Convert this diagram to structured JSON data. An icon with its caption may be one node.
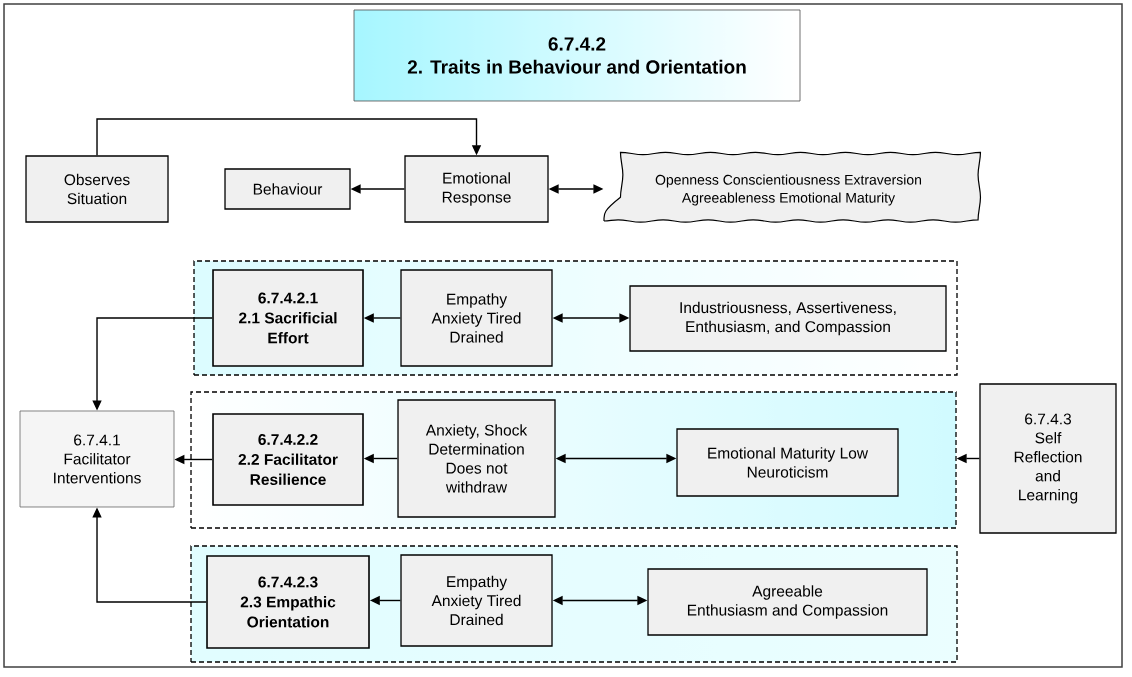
{
  "diagram": {
    "nodes": [
      {
        "text": [
          "6.7.4.2",
          "2. Traits in Behaviour and Orientation"
        ]
      },
      {
        "text": [
          "Observes Situation"
        ]
      },
      {
        "text": [
          "Behaviour"
        ]
      },
      {
        "text": [
          "Emotional Response"
        ]
      },
      {
        "text": [
          "Openness Conscientiousness Extraversion Agreeableness Emotional Maturity"
        ]
      },
      {
        "text": [],
        "shape": "box"
      },
      {
        "text": [
          "6.7.4.2.1",
          "2.1 Sacrificial Effort"
        ],
        "in": 5
      },
      {
        "text": [
          "Empathy Anxiety Tired Drained"
        ],
        "in": 5
      },
      {
        "text": [
          "Industriousness, Assertiveness, Enthusiasm, and Compassion"
        ],
        "in": 5
      },
      {
        "text": [
          "6.7.4.1",
          "Facilitator Interventions"
        ]
      },
      {
        "text": [],
        "shape": "box"
      },
      {
        "text": [
          "6.7.4.2.2",
          "2.2 Facilitator Resilience"
        ],
        "in": 10
      },
      {
        "text": [
          "Anxiety, Shock Determination Does not withdraw"
        ],
        "in": 10
      },
      {
        "text": [
          "Emotional Maturity Low Neuroticism"
        ],
        "in": 10
      },
      {
        "text": [
          "6.7.4.3",
          "Self Reflection and Learning"
        ]
      },
      {
        "text": [],
        "shape": "box"
      },
      {
        "text": [
          "6.7.4.2.3",
          "2.3 Empathic Orientation"
        ],
        "in": 15
      },
      {
        "text": [
          "Empathy Anxiety Tired Drained"
        ],
        "in": 15
      },
      {
        "text": [
          "Agreeable",
          "Enthusiasm and Compassion"
        ],
        "in": 15
      }
    ],
    "edges": [
      {
        "from": 1,
        "to": 3,
        "arrow": "to"
      },
      {
        "from": 3,
        "to": 2,
        "arrow": "to"
      },
      {
        "from": 3,
        "to": 4,
        "arrow": "both"
      },
      {
        "from": 7,
        "to": 6,
        "arrow": "to"
      },
      {
        "from": 7,
        "to": 8,
        "arrow": "both"
      },
      {
        "from": 6,
        "to": 9,
        "arrow": "to"
      },
      {
        "from": 12,
        "to": 11,
        "arrow": "to"
      },
      {
        "from": 11,
        "to": 9,
        "arrow": "to"
      },
      {
        "from": 12,
        "to": 13,
        "arrow": "both"
      },
      {
        "from": 14,
        "to": 10,
        "arrow": "to"
      },
      {
        "from": 17,
        "to": 16,
        "arrow": "to"
      },
      {
        "from": 17,
        "to": 18,
        "arrow": "both"
      },
      {
        "from": 16,
        "to": 9,
        "arrow": "to"
      }
    ]
  }
}
